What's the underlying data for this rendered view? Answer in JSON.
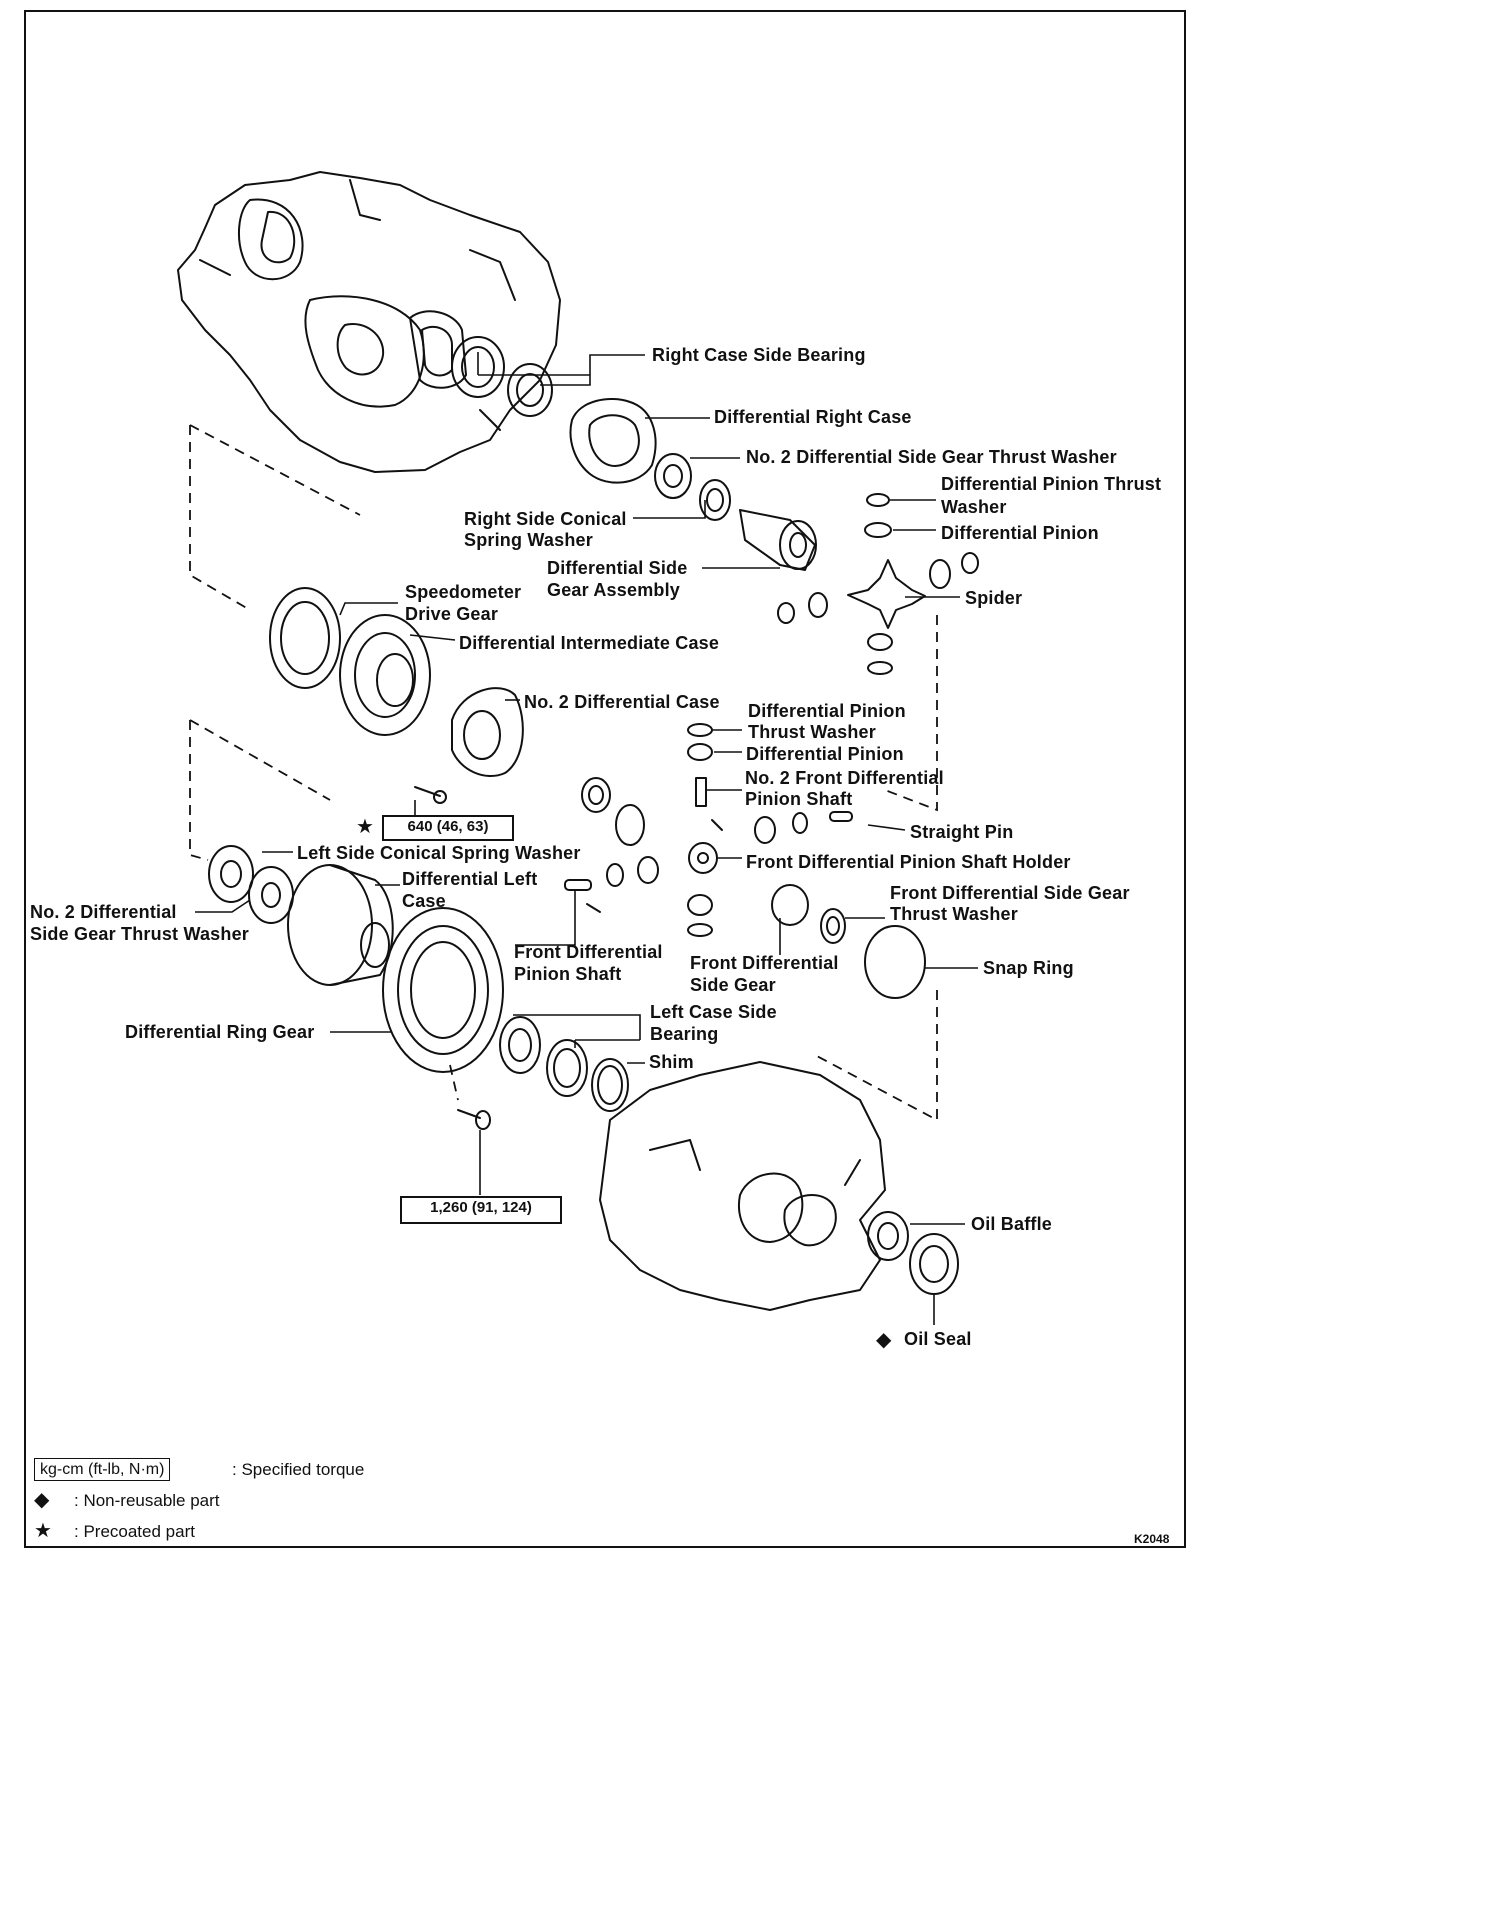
{
  "labels": {
    "right_case_side_bearing": "Right Case Side Bearing",
    "differential_right_case": "Differential Right Case",
    "no2_diff_side_gear_thrust_washer_top": "No. 2 Differential Side Gear Thrust Washer",
    "differential_pinion_thrust_washer_top_1": "Differential Pinion Thrust",
    "differential_pinion_thrust_washer_top_2": "Washer",
    "differential_pinion_top": "Differential Pinion",
    "right_side_conical_spring_washer_1": "Right Side Conical",
    "right_side_conical_spring_washer_2": "Spring Washer",
    "differential_side_gear_assembly_1": "Differential Side",
    "differential_side_gear_assembly_2": "Gear Assembly",
    "spider": "Spider",
    "speedometer_drive_gear_1": "Speedometer",
    "speedometer_drive_gear_2": "Drive Gear",
    "differential_intermediate_case": "Differential Intermediate Case",
    "no2_differential_case": "No. 2 Differential Case",
    "differential_pinion_thrust_washer_mid_1": "Differential Pinion",
    "differential_pinion_thrust_washer_mid_2": "Thrust Washer",
    "differential_pinion_mid": "Differential Pinion",
    "no2_front_diff_pinion_shaft_1": "No. 2 Front Differential",
    "no2_front_diff_pinion_shaft_2": "Pinion Shaft",
    "straight_pin": "Straight Pin",
    "left_side_conical_spring_washer": "Left Side Conical Spring Washer",
    "front_diff_pinion_shaft_holder": "Front Differential Pinion Shaft Holder",
    "differential_left_case_1": "Differential Left",
    "differential_left_case_2": "Case",
    "front_diff_side_gear_thrust_washer_1": "Front Differential Side Gear",
    "front_diff_side_gear_thrust_washer_2": "Thrust Washer",
    "no2_diff_side_gear_thrust_washer_left_1": "No. 2 Differential",
    "no2_diff_side_gear_thrust_washer_left_2": "Side Gear Thrust Washer",
    "front_diff_pinion_shaft_1": "Front Differential",
    "front_diff_pinion_shaft_2": "Pinion Shaft",
    "front_diff_side_gear_1": "Front Differential",
    "front_diff_side_gear_2": "Side Gear",
    "snap_ring": "Snap Ring",
    "left_case_side_bearing_1": "Left Case Side",
    "left_case_side_bearing_2": "Bearing",
    "differential_ring_gear": "Differential Ring Gear",
    "shim": "Shim",
    "oil_baffle": "Oil Baffle",
    "oil_seal": "Oil Seal"
  },
  "torque": {
    "intermediate_case_bolt": "640 (46, 63)",
    "ring_gear_bolt": "1,260 (91, 124)"
  },
  "legend": {
    "torque_unit": "kg-cm (ft-lb, N·m)",
    "torque_desc": ":  Specified torque",
    "non_reusable_desc": ":  Non-reusable part",
    "precoated_desc": ":  Precoated part"
  },
  "symbols": {
    "diamond": "◆",
    "star": "★"
  },
  "figure_code": "K2048"
}
